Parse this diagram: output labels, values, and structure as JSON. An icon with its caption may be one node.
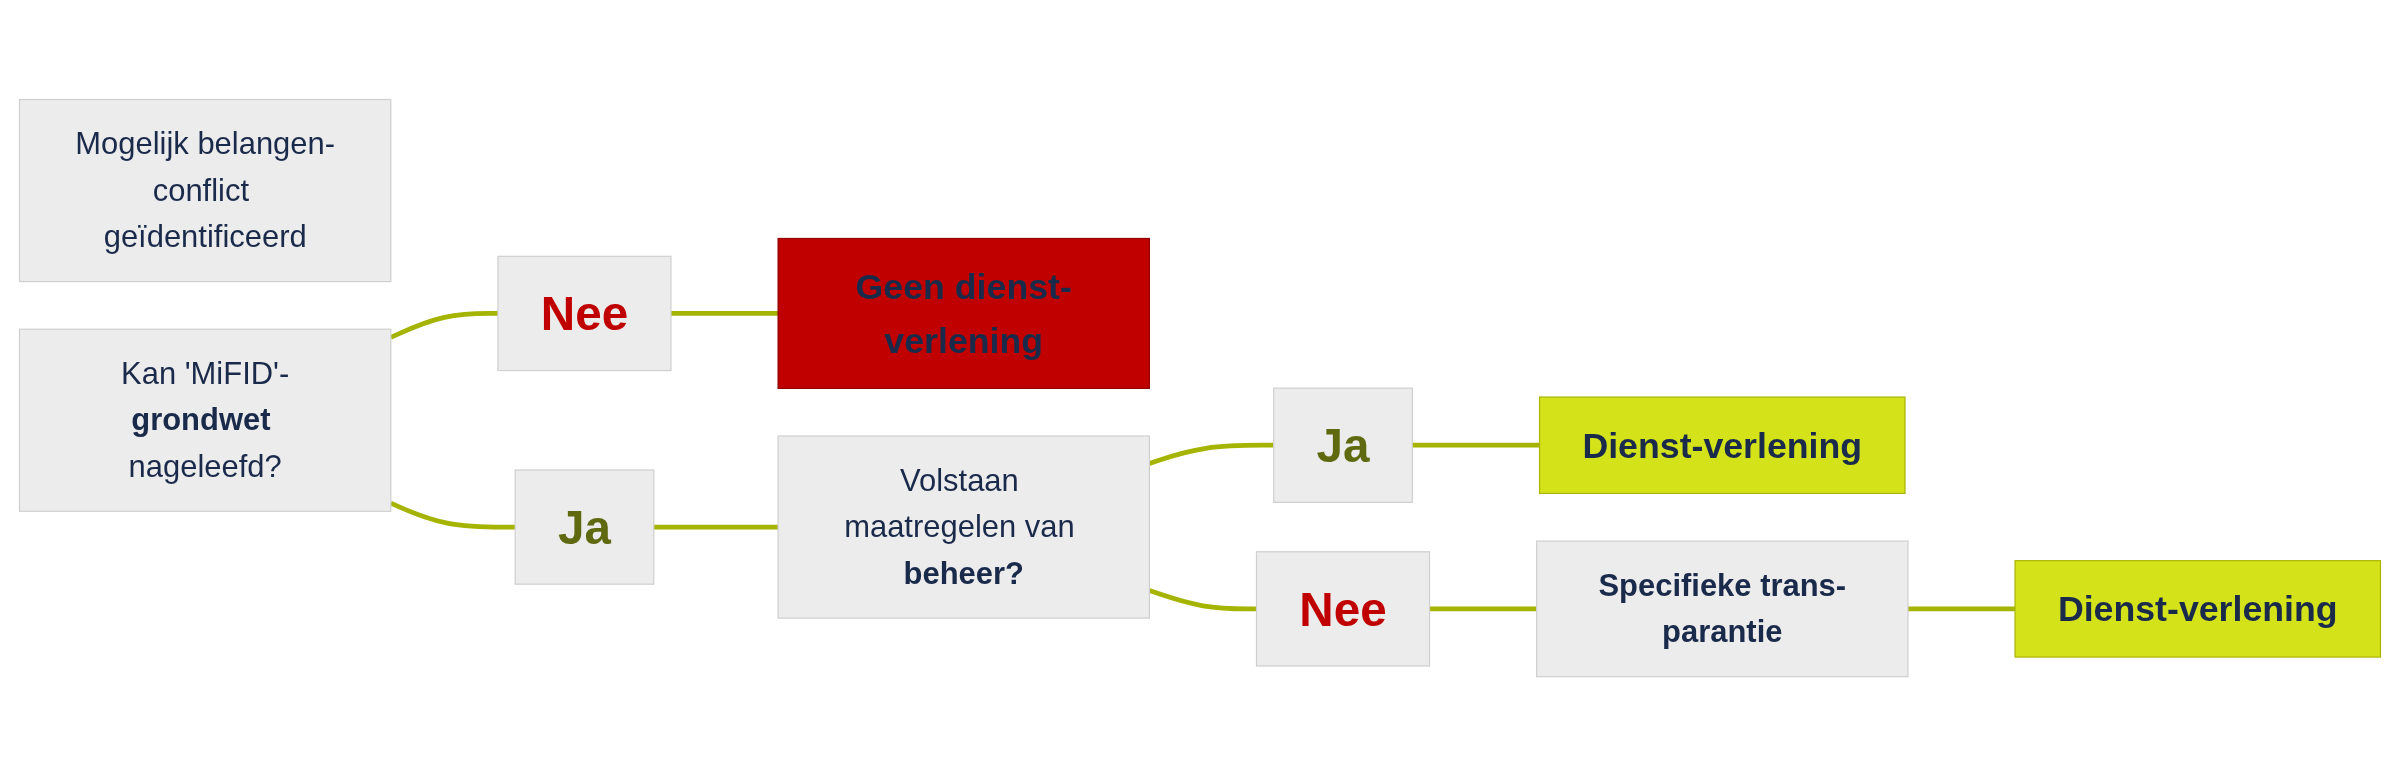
{
  "diagram": {
    "nodes": [
      {
        "text": [
          "Mogelijk belangen-conflict geïdentificeerd"
        ]
      },
      {
        "text": [
          "Kan 'MiFID'-**grondwet** nageleefd?"
        ]
      },
      {
        "text": [
          "Nee"
        ]
      },
      {
        "text": [
          "Geen dienst-verlening"
        ]
      },
      {
        "text": [
          "Ja"
        ]
      },
      {
        "text": [
          "Volstaan maatregelen van **beheer?**"
        ]
      },
      {
        "text": [
          "Ja"
        ]
      },
      {
        "text": [
          "Dienst-verlening"
        ]
      },
      {
        "text": [
          "Nee"
        ]
      },
      {
        "text": [
          "Specifieke trans-parantie"
        ]
      },
      {
        "text": [
          "Dienst-verlening"
        ]
      }
    ],
    "edges": [
      {
        "from": 1,
        "to": 2,
        "arrow": "none"
      },
      {
        "from": 1,
        "to": 4,
        "arrow": "none"
      },
      {
        "from": 2,
        "to": 3,
        "arrow": "none"
      },
      {
        "from": 4,
        "to": 5,
        "arrow": "none"
      },
      {
        "from": 5,
        "to": 6,
        "arrow": "none"
      },
      {
        "from": 5,
        "to": 8,
        "arrow": "none"
      },
      {
        "from": 6,
        "to": 7,
        "arrow": "none"
      },
      {
        "from": 8,
        "to": 9,
        "arrow": "none"
      },
      {
        "from": 9,
        "to": 10,
        "arrow": "none"
      }
    ]
  }
}
